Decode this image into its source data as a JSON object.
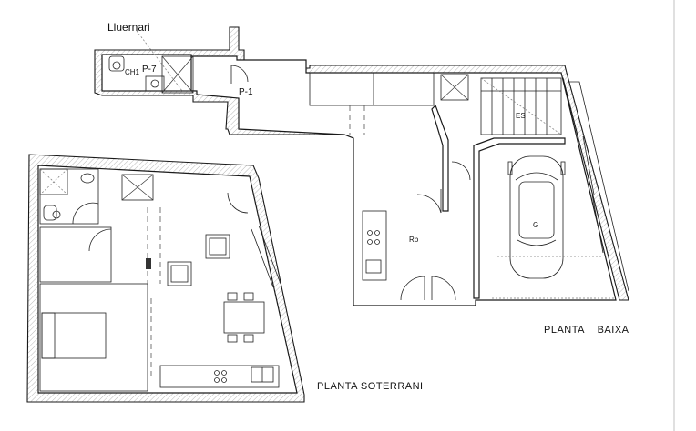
{
  "labels": {
    "lluernari": "Lluernari",
    "ch1": "CH1",
    "p7": "P-7",
    "p1": "P-1",
    "es": "ES",
    "rb": "Rb",
    "g": "G",
    "planta_baixa": "PLANTA    BAIXA",
    "planta_soterrani": "PLANTA SOTERRANI"
  }
}
